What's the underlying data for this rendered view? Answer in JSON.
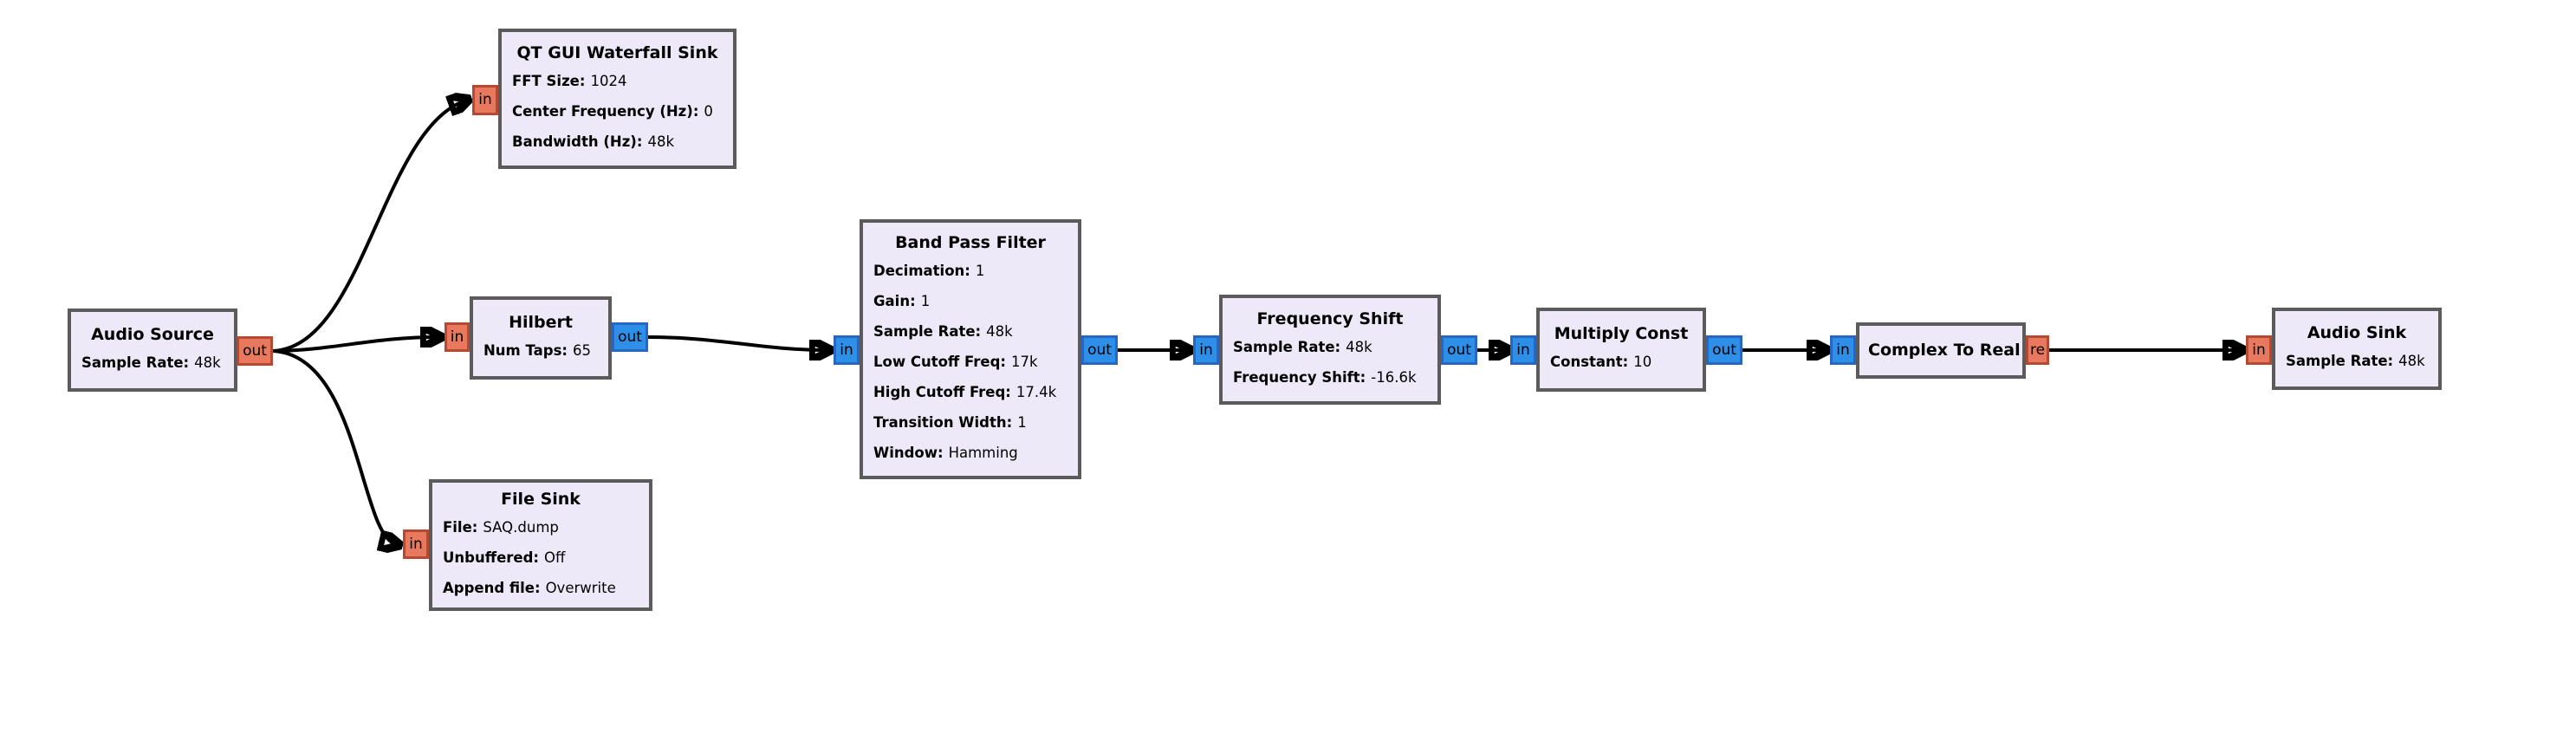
{
  "colors": {
    "canvas_bg": "#FFFFFF",
    "block_fill": "#EDE9F8",
    "block_border": "#5B5B5B",
    "port_real_fill": "#E8795F",
    "port_real_border": "#B54A33",
    "port_complex_fill": "#2E8FE9",
    "port_complex_border": "#2767C4",
    "wire": "#000000"
  },
  "blocks": [
    {
      "title": "Audio Source",
      "params": [
        {
          "label": "Sample Rate:",
          "value": "48k"
        }
      ],
      "ports": [
        {
          "label": "out"
        }
      ]
    },
    {
      "title": "QT GUI Waterfall Sink",
      "params": [
        {
          "label": "FFT Size:",
          "value": "1024"
        },
        {
          "label": "Center Frequency (Hz):",
          "value": "0"
        },
        {
          "label": "Bandwidth (Hz):",
          "value": "48k"
        }
      ],
      "ports": [
        {
          "label": "in"
        }
      ]
    },
    {
      "title": "Hilbert",
      "params": [
        {
          "label": "Num Taps:",
          "value": "65"
        }
      ],
      "ports": [
        {
          "label": "in"
        },
        {
          "label": "out"
        }
      ]
    },
    {
      "title": "File Sink",
      "params": [
        {
          "label": "File:",
          "value": "SAQ.dump"
        },
        {
          "label": "Unbuffered:",
          "value": "Off"
        },
        {
          "label": "Append file:",
          "value": "Overwrite"
        }
      ],
      "ports": [
        {
          "label": "in"
        }
      ]
    },
    {
      "title": "Band Pass Filter",
      "params": [
        {
          "label": "Decimation:",
          "value": "1"
        },
        {
          "label": "Gain:",
          "value": "1"
        },
        {
          "label": "Sample Rate:",
          "value": "48k"
        },
        {
          "label": "Low Cutoff Freq:",
          "value": "17k"
        },
        {
          "label": "High Cutoff Freq:",
          "value": "17.4k"
        },
        {
          "label": "Transition Width:",
          "value": "1"
        },
        {
          "label": "Window:",
          "value": "Hamming"
        }
      ],
      "ports": [
        {
          "label": "in"
        },
        {
          "label": "out"
        }
      ]
    },
    {
      "title": "Frequency Shift",
      "params": [
        {
          "label": "Sample Rate:",
          "value": "48k"
        },
        {
          "label": "Frequency Shift:",
          "value": "-16.6k"
        }
      ],
      "ports": [
        {
          "label": "in"
        },
        {
          "label": "out"
        }
      ]
    },
    {
      "title": "Multiply Const",
      "params": [
        {
          "label": "Constant:",
          "value": "10"
        }
      ],
      "ports": [
        {
          "label": "in"
        },
        {
          "label": "out"
        }
      ]
    },
    {
      "title": "Complex To Real",
      "params": [],
      "ports": [
        {
          "label": "in"
        },
        {
          "label": "re"
        }
      ]
    },
    {
      "title": "Audio Sink",
      "params": [
        {
          "label": "Sample Rate:",
          "value": "48k"
        }
      ],
      "ports": [
        {
          "label": "in"
        }
      ]
    }
  ]
}
